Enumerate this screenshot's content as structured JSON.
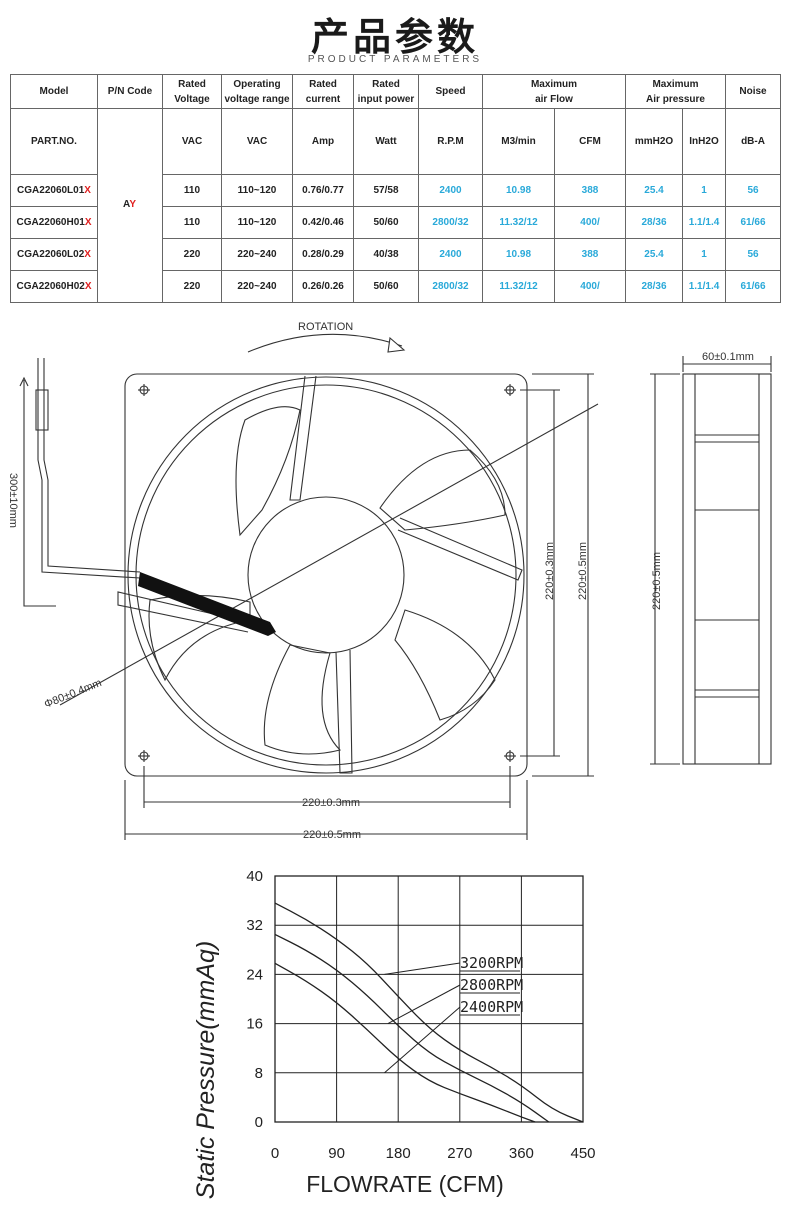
{
  "header": {
    "title": "产品参数",
    "subtitle": "PRODUCT PARAMETERS"
  },
  "table": {
    "headers": {
      "model": "Model",
      "pn_code": "P/N Code",
      "rated_voltage": [
        "Rated",
        "Voltage"
      ],
      "operating_voltage": [
        "Operating",
        "voltage range"
      ],
      "rated_current": [
        "Rated",
        "current"
      ],
      "rated_input_power": [
        "Rated",
        "input power"
      ],
      "speed": "Speed",
      "max_air_flow": [
        "Maximum",
        "air Flow"
      ],
      "max_air_pressure": [
        "Maximum",
        "Air pressure"
      ],
      "noise": "Noise"
    },
    "units": {
      "part_no": "PART.NO.",
      "vac": "VAC",
      "vac_range": "VAC",
      "amp": "Amp",
      "watt": "Watt",
      "rpm": "R.P.M",
      "m3min": "M3/min",
      "cfm": "CFM",
      "mmh2o": "mmH2O",
      "inh2o": "InH2O",
      "dba": "dB-A"
    },
    "pn_code_value": {
      "a": "A",
      "y": "Y"
    },
    "rows": [
      {
        "model": "CGA22060L01",
        "suffix": "X",
        "voltage": "110",
        "range": "110~120",
        "current": "0.76/0.77",
        "power": "57/58",
        "rpm": "2400",
        "m3min": "10.98",
        "cfm": "388",
        "mmh2o": "25.4",
        "inh2o": "1",
        "noise": "56"
      },
      {
        "model": "CGA22060H01",
        "suffix": "X",
        "voltage": "110",
        "range": "110~120",
        "current": "0.42/0.46",
        "power": "50/60",
        "rpm": "2800/32",
        "m3min": "11.32/12",
        "cfm": "400/",
        "mmh2o": "28/36",
        "inh2o": "1.1/1.4",
        "noise": "61/66"
      },
      {
        "model": "CGA22060L02",
        "suffix": "X",
        "voltage": "220",
        "range": "220~240",
        "current": "0.28/0.29",
        "power": "40/38",
        "rpm": "2400",
        "m3min": "10.98",
        "cfm": "388",
        "mmh2o": "25.4",
        "inh2o": "1",
        "noise": "56"
      },
      {
        "model": "CGA22060H02",
        "suffix": "X",
        "voltage": "220",
        "range": "220~240",
        "current": "0.26/0.26",
        "power": "50/60",
        "rpm": "2800/32",
        "m3min": "11.32/12",
        "cfm": "400/",
        "mmh2o": "28/36",
        "inh2o": "1.1/1.4",
        "noise": "61/66"
      }
    ]
  },
  "drawing": {
    "rotation_label": "ROTATION",
    "lead_length": "300±10mm",
    "hub_diameter": "Φ80±0.4mm",
    "hole_pitch_v": "220±0.3mm",
    "outer_v": "220±0.5mm",
    "hole_pitch_h": "220±0.3mm",
    "outer_h": "220±0.5mm",
    "side_depth": "60±0.1mm",
    "side_height": "220±0.5mm"
  },
  "chart_data": {
    "type": "line",
    "title": "",
    "xlabel": "FLOWRATE (CFM)",
    "ylabel": "Static Pressure(mmAq)",
    "xlim": [
      0,
      450
    ],
    "ylim": [
      0,
      40
    ],
    "xticks": [
      0,
      90,
      180,
      270,
      360,
      450
    ],
    "yticks": [
      0,
      8,
      16,
      24,
      32,
      40
    ],
    "grid": true,
    "legend": "annotations-right",
    "series": [
      {
        "name": "3200RPM",
        "x": [
          0,
          45,
          90,
          135,
          180,
          225,
          270,
          315,
          360,
          405,
          450
        ],
        "y": [
          35.6,
          33.0,
          29.8,
          25.8,
          20.4,
          15.2,
          11.6,
          9.0,
          6.0,
          2.0,
          0
        ]
      },
      {
        "name": "2800RPM",
        "x": [
          0,
          45,
          90,
          135,
          180,
          225,
          270,
          315,
          360,
          400
        ],
        "y": [
          30.5,
          28.0,
          24.8,
          20.6,
          15.6,
          11.2,
          8.4,
          6.0,
          3.2,
          0
        ]
      },
      {
        "name": "2400RPM",
        "x": [
          0,
          45,
          90,
          135,
          180,
          225,
          270,
          315,
          360,
          380
        ],
        "y": [
          25.8,
          23.0,
          19.5,
          15.0,
          10.2,
          6.6,
          4.6,
          2.8,
          0.8,
          0
        ]
      }
    ]
  }
}
